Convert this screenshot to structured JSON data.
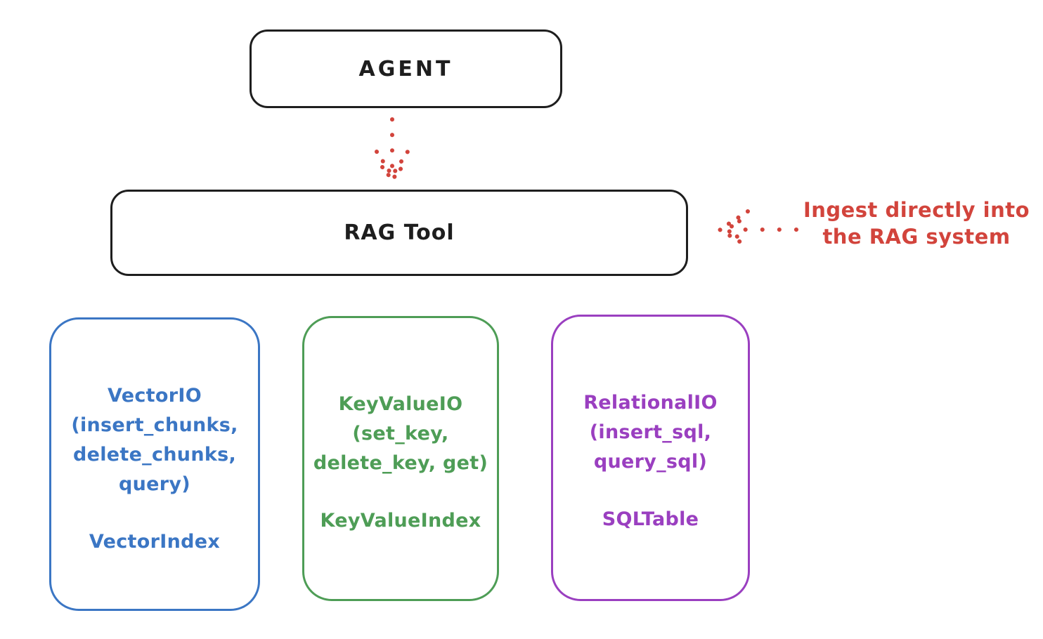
{
  "agent": {
    "label": "AGENT"
  },
  "rag_tool": {
    "label": "RAG Tool"
  },
  "annotation": {
    "line1": "Ingest directly into",
    "line2": "the RAG system"
  },
  "io_boxes": [
    {
      "name": "vector-io",
      "accent": "#3b76c4",
      "title_lines": [
        "VectorIO",
        "(insert_chunks,",
        "delete_chunks,",
        "query)"
      ],
      "index_label": "VectorIndex"
    },
    {
      "name": "key-value-io",
      "accent": "#4e9d56",
      "title_lines": [
        "KeyValueIO",
        "(set_key,",
        "delete_key, get)"
      ],
      "index_label": "KeyValueIndex"
    },
    {
      "name": "relational-io",
      "accent": "#9a3fc0",
      "title_lines": [
        "RelationalIO",
        "(insert_sql,",
        "query_sql)"
      ],
      "index_label": "SQLTable"
    }
  ],
  "colors": {
    "stroke_black": "#1e1e1e",
    "arrow_red": "#d2443c",
    "blue": "#3b76c4",
    "green": "#4e9d56",
    "purple": "#9a3fc0"
  }
}
